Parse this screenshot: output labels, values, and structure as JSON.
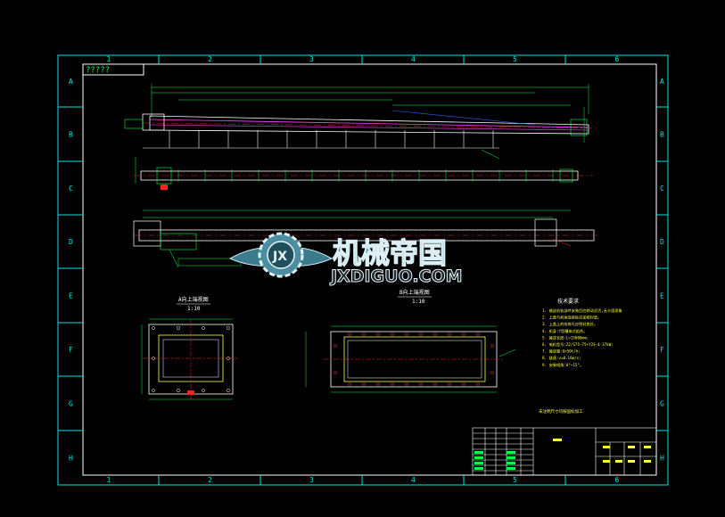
{
  "drawing": {
    "title_box": "?????",
    "colors": {
      "frame": "#00e5e5",
      "main": "#ffffff",
      "green": "#00ff40",
      "magenta": "#ff40ff",
      "red": "#ff2020",
      "yellow": "#ffff40",
      "blue": "#4060ff"
    },
    "columns": [
      "1",
      "2",
      "3",
      "4",
      "5",
      "6"
    ],
    "rows": [
      "A",
      "B",
      "C",
      "D",
      "E",
      "F",
      "G",
      "H"
    ],
    "views": {
      "section_a": {
        "label": "A向上端视图",
        "scale": "1:10"
      },
      "section_b": {
        "label": "B向上端视图",
        "scale": "1:10"
      }
    },
    "tech_notes": {
      "heading": "技术要求",
      "items": [
        "1. 输送机各部件安装后应转动灵活,无卡阻现象",
        "2. 上盖与机体连接处应加密封垫。",
        "3. 上盖上的检修孔应密封良好。",
        "4. 机身:Y型槽体式组合。",
        "5. 输送长度:L=15000mm;",
        "6. 电机型号:Z2/S75-75+Y2S-4-37kW;",
        "7. 输送量:Q=50t/h;",
        "8. 链速:v=0.16m/s;",
        "9. 安装倾角:0°~15°。"
      ]
    },
    "bottom_note": "未注明尺寸均按国标加工",
    "watermark": {
      "cn": "机械帝国",
      "en": "JXDIGUO.COM"
    }
  }
}
